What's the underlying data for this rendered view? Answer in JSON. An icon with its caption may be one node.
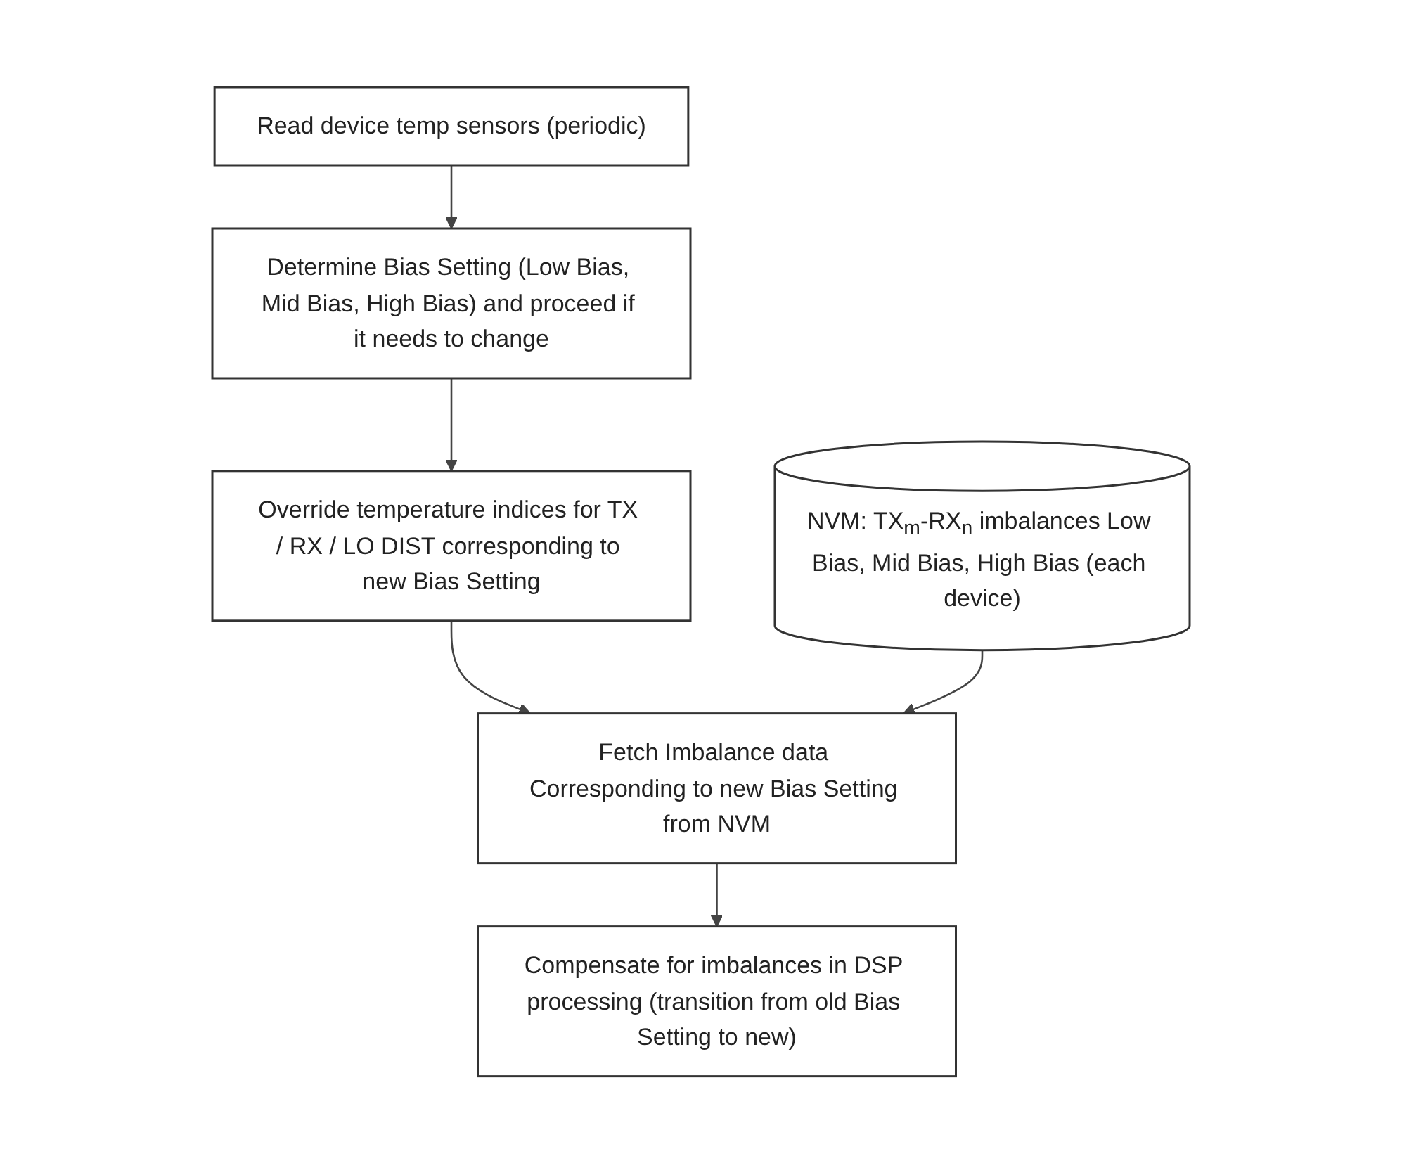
{
  "diagram": {
    "nodes": [
      {
        "text": [
          "Read device temp sensors (periodic)"
        ]
      },
      {
        "text": [
          "Determine Bias Setting (Low Bias, Mid Bias, High Bias) and proceed if it needs to change"
        ]
      },
      {
        "text": [
          "Override temperature indices for TX / RX / LO DIST corresponding to new Bias Setting"
        ]
      },
      {
        "text": [
          "Fetch Imbalance data Corresponding to new Bias Setting from NVM"
        ]
      },
      {
        "text": [
          "NVM: TX$_{m}$-RX$_{n}$ imbalances Low Bias, Mid Bias, High Bias (each device)"
        ]
      },
      {
        "text": [
          "Compensate for imbalances in DSP processing (transition from old Bias Setting to new)"
        ]
      }
    ],
    "edges": [
      {
        "from": 0,
        "to": 1,
        "arrow": "to"
      },
      {
        "from": 1,
        "to": 2,
        "arrow": "to"
      },
      {
        "from": 2,
        "to": 3,
        "arrow": "to"
      },
      {
        "from": 4,
        "to": 3,
        "arrow": "to"
      },
      {
        "from": 3,
        "to": 5,
        "arrow": "to"
      }
    ]
  }
}
